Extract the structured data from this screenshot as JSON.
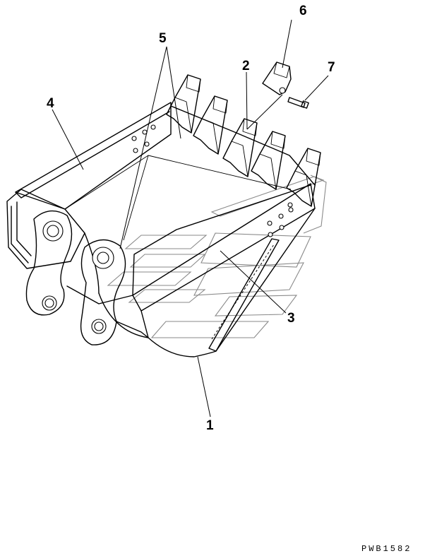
{
  "callouts": [
    {
      "id": "1",
      "text": "1"
    },
    {
      "id": "2",
      "text": "2"
    },
    {
      "id": "3",
      "text": "3"
    },
    {
      "id": "4",
      "text": "4"
    },
    {
      "id": "5",
      "text": "5"
    },
    {
      "id": "6",
      "text": "6"
    },
    {
      "id": "7",
      "text": "7"
    }
  ],
  "drawing_code": "PWB1582"
}
